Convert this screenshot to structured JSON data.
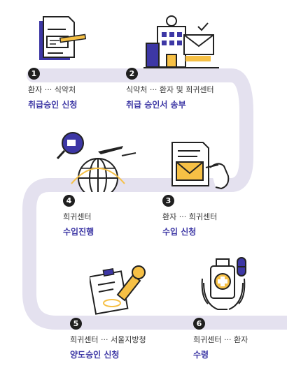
{
  "colors": {
    "path": "#e4e1ef",
    "accent": "#3d37a5",
    "highlight": "#f6c045",
    "ink": "#1f1f1f"
  },
  "steps": [
    {
      "num": "1",
      "from": "환자 ··· 식약처",
      "title": "취급승인 신청",
      "icon": "document-pen-icon"
    },
    {
      "num": "2",
      "from": "식약처 ··· 환자 및 희귀센터",
      "title": "취급 승인서 송부",
      "icon": "building-mail-icon"
    },
    {
      "num": "3",
      "from": "환자 ··· 희귀센터",
      "title": "수입 신청",
      "icon": "hand-mail-icon"
    },
    {
      "num": "4",
      "from": "희귀센터",
      "title": "수입진행",
      "icon": "globe-plane-icon"
    },
    {
      "num": "5",
      "from": "희귀센터 ··· 서울지방청",
      "title": "양도승인 신청",
      "icon": "stamp-icon"
    },
    {
      "num": "6",
      "from": "희귀센터 ··· 환자",
      "title": "수령",
      "icon": "medicine-hands-icon"
    }
  ]
}
